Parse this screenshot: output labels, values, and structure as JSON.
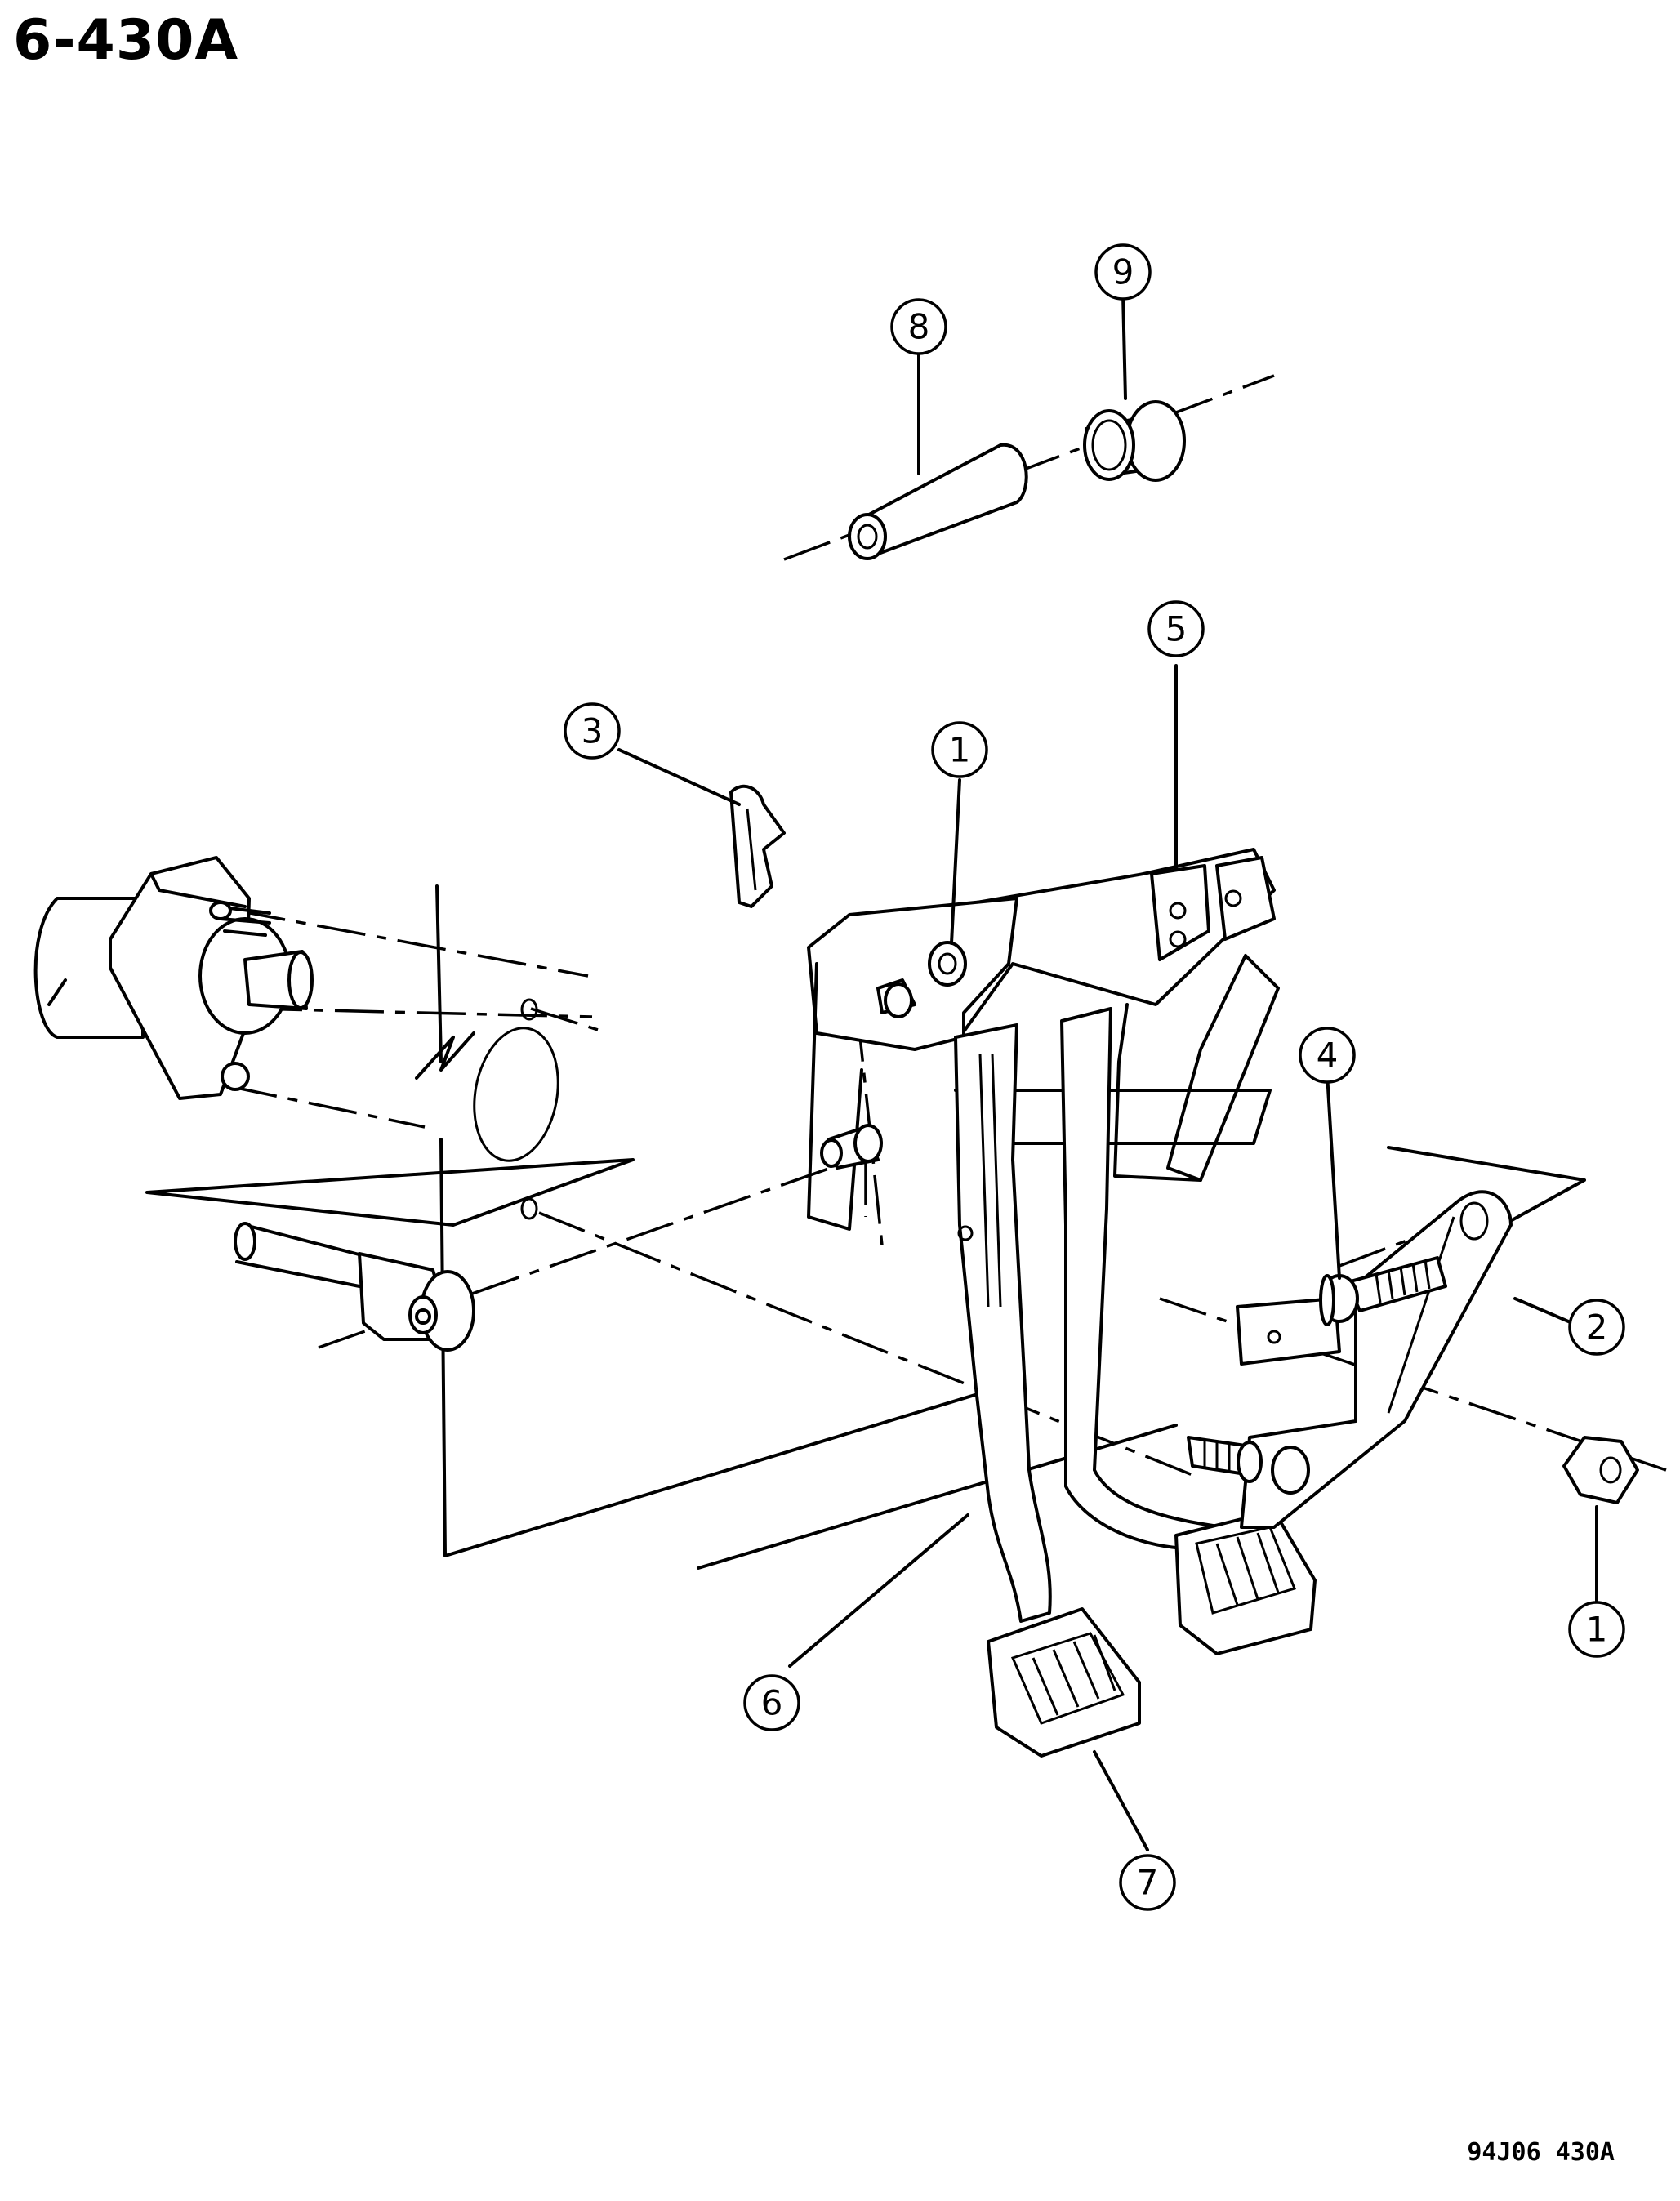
{
  "header": {
    "page_ref": "6-430A"
  },
  "footer": {
    "figure_code": "94J06  430A"
  },
  "callouts": [
    {
      "id": "callout-8",
      "label": "8"
    },
    {
      "id": "callout-9",
      "label": "9"
    },
    {
      "id": "callout-5",
      "label": "5"
    },
    {
      "id": "callout-3",
      "label": "3"
    },
    {
      "id": "callout-1-top",
      "label": "1"
    },
    {
      "id": "callout-4",
      "label": "4"
    },
    {
      "id": "callout-2",
      "label": "2"
    },
    {
      "id": "callout-1-bottom",
      "label": "1"
    },
    {
      "id": "callout-6",
      "label": "6"
    },
    {
      "id": "callout-7",
      "label": "7"
    }
  ],
  "colors": {
    "ink": "#000000",
    "paper": "#ffffff"
  }
}
